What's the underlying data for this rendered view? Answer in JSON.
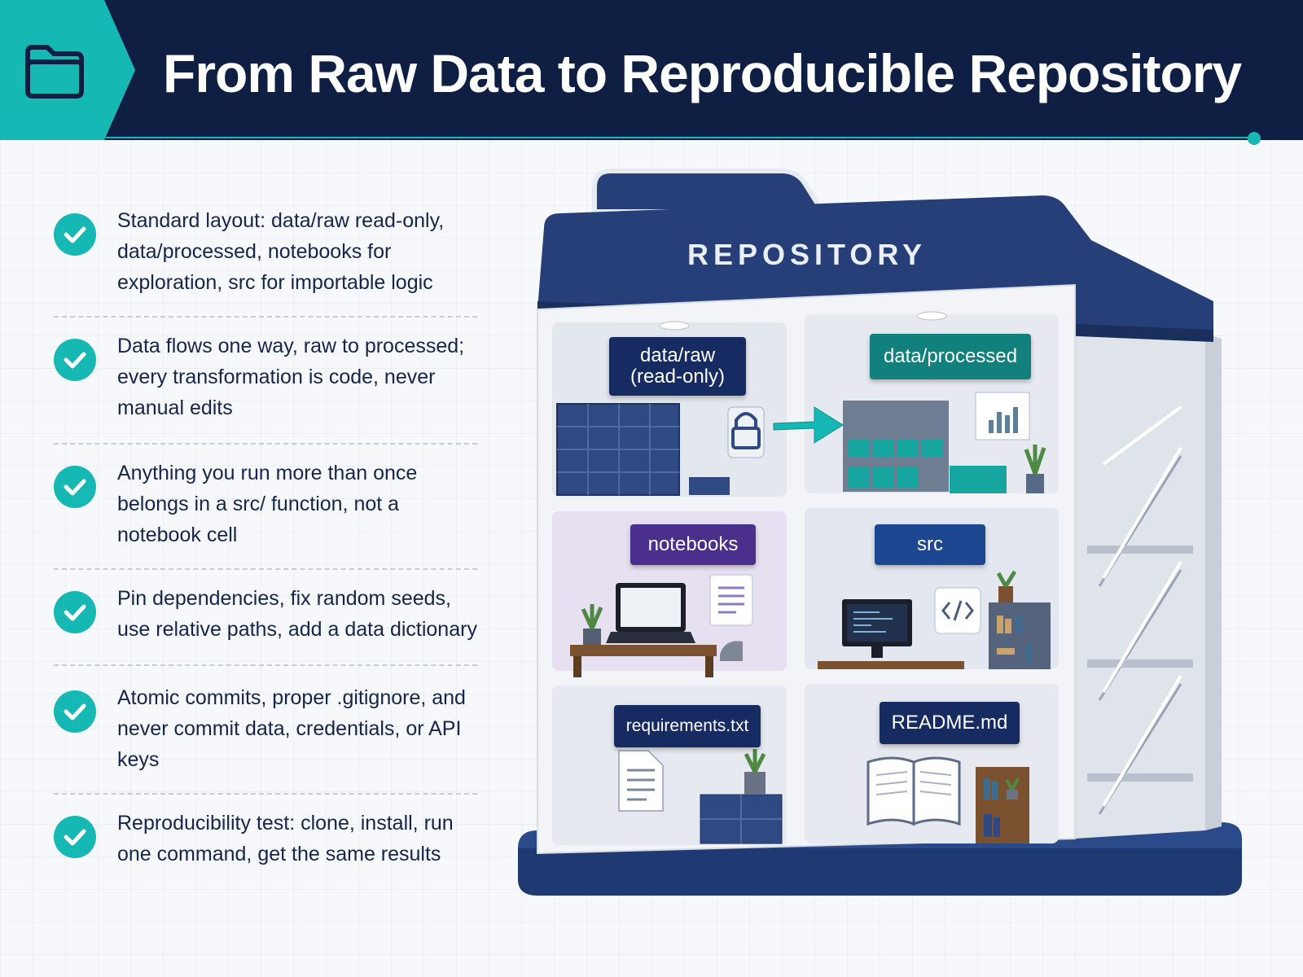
{
  "header": {
    "title": "From Raw Data to Reproducible Repository"
  },
  "checklist": [
    {
      "text": "Standard layout: data/raw read-only, data/processed, notebooks for exploration, src for importable logic"
    },
    {
      "text": "Data flows one way, raw to processed; every transformation is code, never manual edits"
    },
    {
      "text": "Anything you run more than once belongs in a src/ function, not a notebook cell"
    },
    {
      "text": "Pin dependencies, fix random seeds, use relative paths, add a data dictionary"
    },
    {
      "text": "Atomic commits, proper .gitignore, and never commit data, credentials, or API keys"
    },
    {
      "text": "Reproducibility test: clone, install, run one command, get the same results"
    }
  ],
  "building": {
    "roof_label": "REPOSITORY",
    "rooms": {
      "raw_line1": "data/raw",
      "raw_line2": "(read-only)",
      "processed": "data/processed",
      "notebooks": "notebooks",
      "src": "src",
      "requirements": "requirements.txt",
      "readme": "README.md"
    }
  },
  "colors": {
    "navy": "#0f1f44",
    "teal": "#15b8b3",
    "building_blue": "#263f78",
    "label_navy": "#152b62",
    "label_teal": "#12807c",
    "label_purple": "#4a2f8c",
    "label_blue": "#1e4792"
  }
}
